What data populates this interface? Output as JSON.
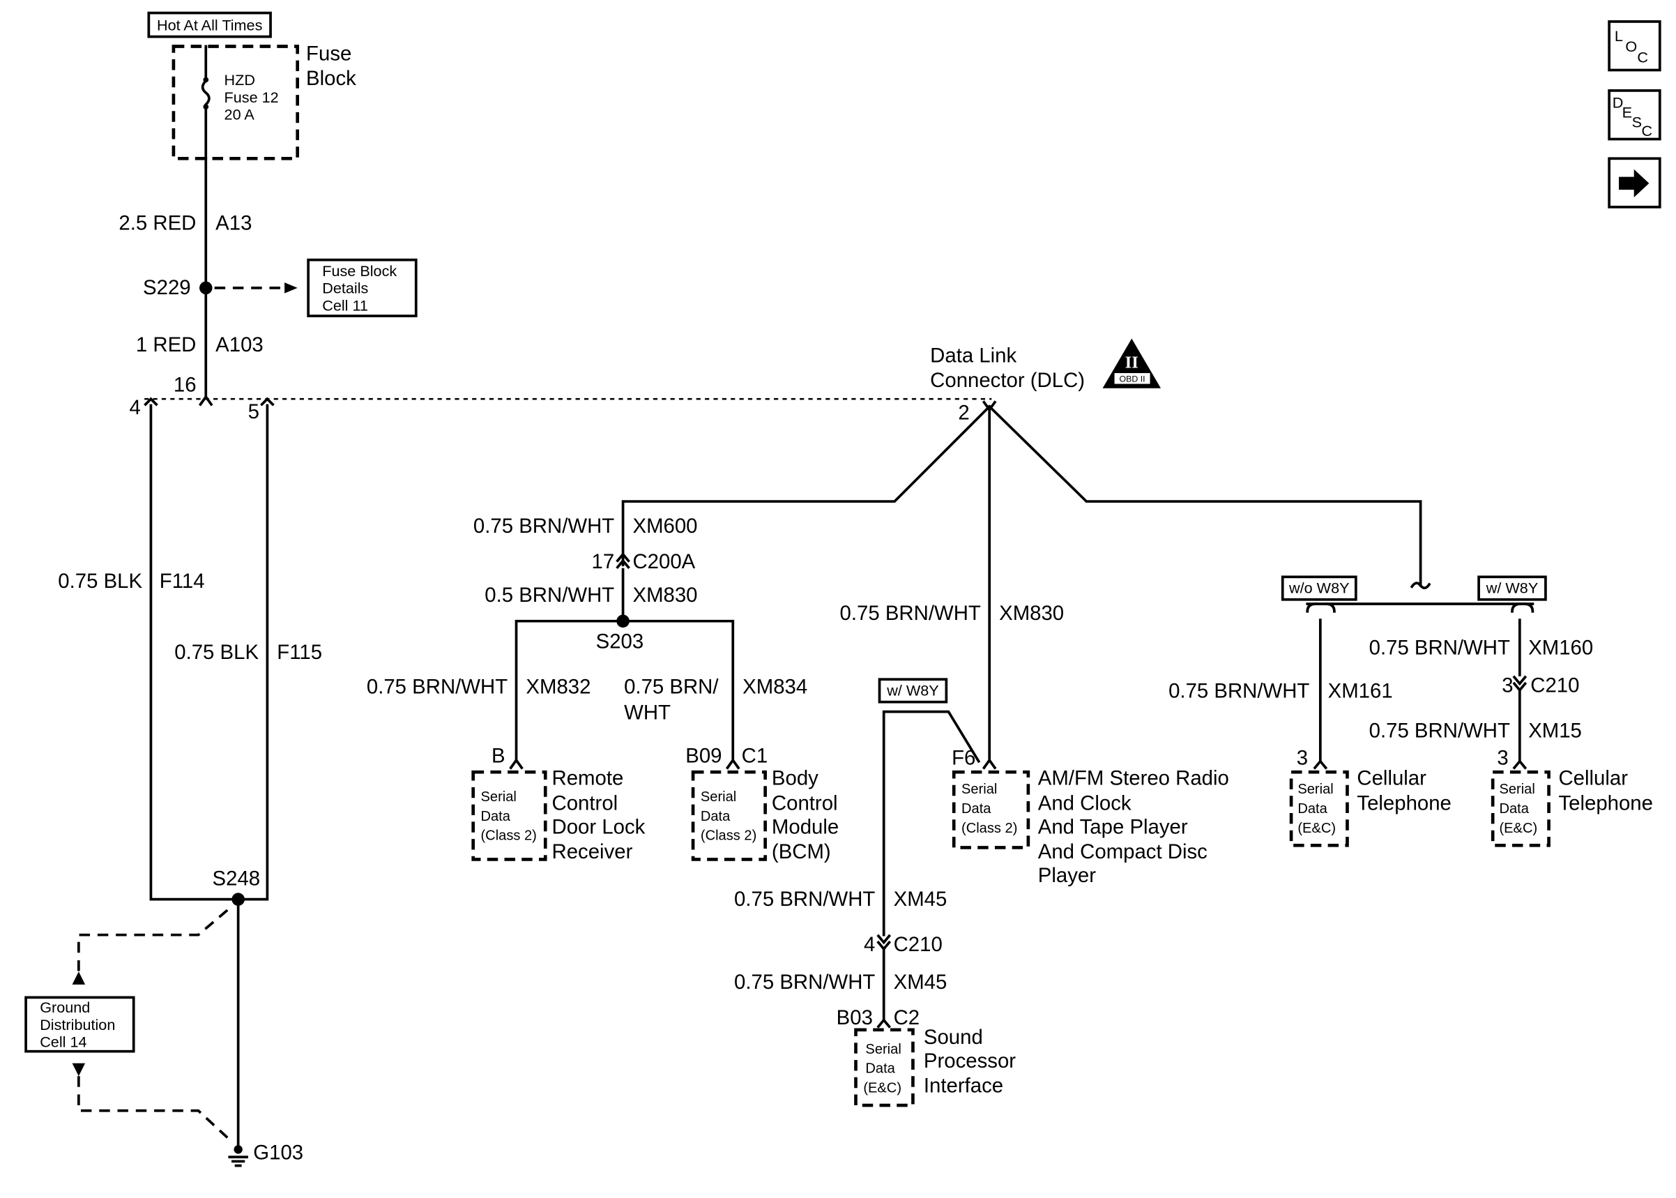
{
  "power": {
    "hot_label": "Hot At All Times",
    "fuse_block_title": [
      "Fuse",
      "Block"
    ],
    "fuse_lines": [
      "HZD",
      "Fuse 12",
      "20 A"
    ],
    "wire_a13_gauge": "2.5 RED",
    "wire_a13_id": "A13",
    "splice_s229": "S229",
    "fuse_details_lines": [
      "Fuse Block",
      "Details",
      "Cell 11"
    ],
    "wire_a103_gauge": "1 RED",
    "wire_a103_id": "A103"
  },
  "dlc": {
    "title_lines": [
      "Data Link",
      "Connector (DLC)"
    ],
    "obd_roman": "II",
    "obd_label": "OBD II",
    "pin16": "16",
    "pin4": "4",
    "pin5": "5",
    "pin2": "2"
  },
  "ground": {
    "wire_f114_gauge": "0.75 BLK",
    "wire_f114_id": "F114",
    "wire_f115_gauge": "0.75 BLK",
    "wire_f115_id": "F115",
    "splice_s248": "S248",
    "ground_g103": "G103",
    "ground_dist_lines": [
      "Ground",
      "Distribution",
      "Cell 14"
    ]
  },
  "left_branch": {
    "wire_xm600_gauge": "0.75 BRN/WHT",
    "wire_xm600_id": "XM600",
    "c200a_pin": "17",
    "c200a_label": "C200A",
    "wire_xm830_gauge": "0.5 BRN/WHT",
    "wire_xm830_id": "XM830",
    "splice_s203": "S203",
    "wire_xm832_gauge": "0.75 BRN/WHT",
    "wire_xm832_id": "XM832",
    "wire_xm834_gauge_lines": [
      "0.75 BRN/",
      "WHT"
    ],
    "wire_xm834_id": "XM834",
    "rcdlr_pin": "B",
    "rcdlr_serial_lines": [
      "Serial",
      "Data",
      "(Class 2)"
    ],
    "rcdlr_name_lines": [
      "Remote",
      "Control",
      "Door Lock",
      "Receiver"
    ],
    "bcm_pin": "B09",
    "bcm_conn": "C1",
    "bcm_serial_lines": [
      "Serial",
      "Data",
      "(Class 2)"
    ],
    "bcm_name_lines": [
      "Body",
      "Control",
      "Module",
      "(BCM)"
    ]
  },
  "center_branch": {
    "wire_xm830_gauge": "0.75 BRN/WHT",
    "wire_xm830_id": "XM830",
    "option_w8y": "w/ W8Y",
    "radio_pin": "F6",
    "radio_serial_lines": [
      "Serial",
      "Data",
      "(Class 2)"
    ],
    "radio_name_lines": [
      "AM/FM Stereo Radio",
      "And Clock",
      "And Tape Player",
      "And Compact Disc",
      "Player"
    ],
    "wire_xm45a_gauge": "0.75 BRN/WHT",
    "wire_xm45a_id": "XM45",
    "c210_pin": "4",
    "c210_label": "C210",
    "wire_xm45b_gauge": "0.75 BRN/WHT",
    "wire_xm45b_id": "XM45",
    "spi_pin": "B03",
    "spi_conn": "C2",
    "spi_serial_lines": [
      "Serial",
      "Data",
      "(E&C)"
    ],
    "spi_name_lines": [
      "Sound",
      "Processor",
      "Interface"
    ]
  },
  "right_branch": {
    "option_wo_w8y": "w/o W8Y",
    "option_w_w8y": "w/ W8Y",
    "wire_xm160_gauge": "0.75 BRN/WHT",
    "wire_xm160_id": "XM160",
    "wire_xm161_gauge": "0.75 BRN/WHT",
    "wire_xm161_id": "XM161",
    "c210_pin": "3",
    "c210_label": "C210",
    "wire_xm15_gauge": "0.75 BRN/WHT",
    "wire_xm15_id": "XM15",
    "phone1_pin": "3",
    "phone1_serial_lines": [
      "Serial",
      "Data",
      "(E&C)"
    ],
    "phone1_name_lines": [
      "Cellular",
      "Telephone"
    ],
    "phone2_pin": "3",
    "phone2_serial_lines": [
      "Serial",
      "Data",
      "(E&C)"
    ],
    "phone2_name_lines": [
      "Cellular",
      "Telephone"
    ]
  },
  "nav": {
    "loc": [
      "L",
      "O",
      "C"
    ],
    "desc": [
      "D",
      "E",
      "S",
      "C"
    ]
  }
}
